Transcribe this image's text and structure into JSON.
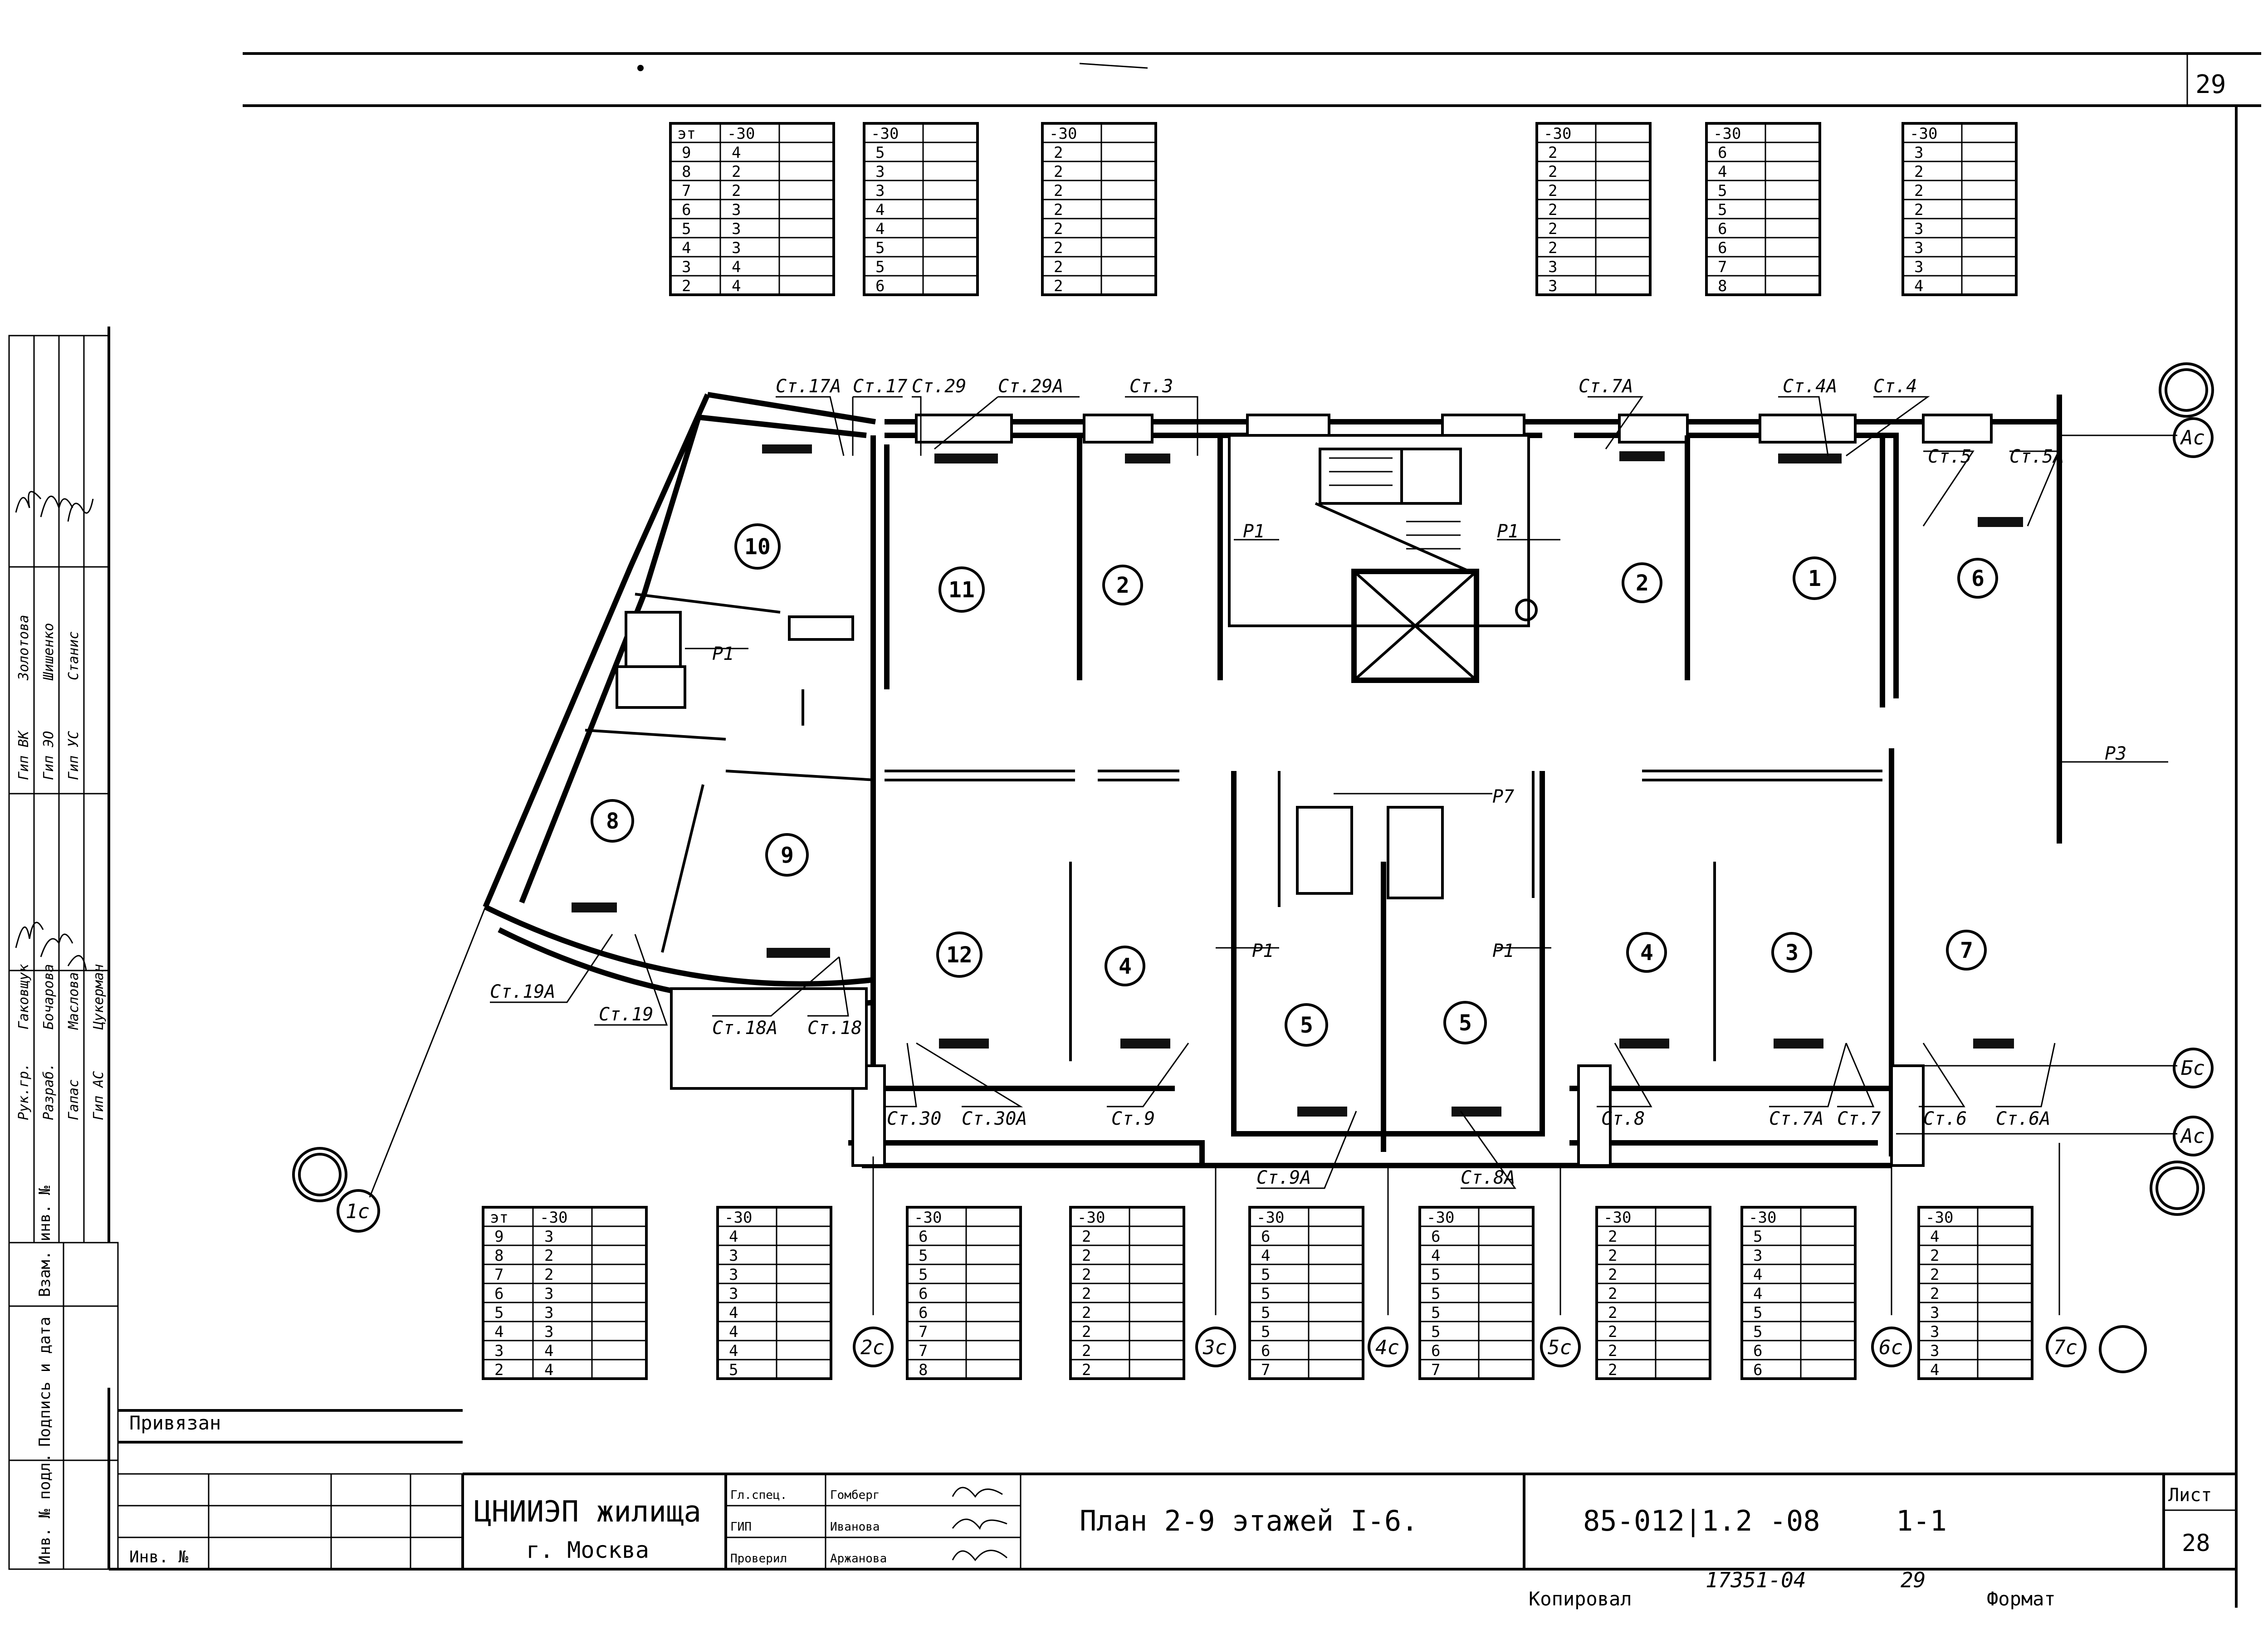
{
  "sheet": {
    "corner_number": "29",
    "list_label": "Лист",
    "list_number": "28",
    "bottom_number": "17351-04",
    "bottom_number2": "29",
    "bottom_left_text": "Копировал",
    "bottom_right_text": "Формат"
  },
  "side_stamp": {
    "columns": [
      [
        "Рук.гр.",
        "Гаковщук",
        "Разраб.",
        "Бочарова"
      ],
      [
        "Гип ВК",
        "Золотова",
        "Гапас",
        "Маслова"
      ],
      [
        "Гип ЭО",
        "Шишенко",
        "Гип АС",
        "Цукерман"
      ],
      [
        "Гип УС",
        "Станис"
      ]
    ],
    "field_labels": [
      "Инв. № подл.",
      "Подпись и дата",
      "Взам. инв. №"
    ],
    "attached": "Привязан",
    "inv": "Инв. №"
  },
  "title_block": {
    "org": "ЦНИИЭП жилища",
    "city": "г. Москва",
    "roles": [
      "Гл.спец.",
      "ГИП",
      "Проверил"
    ],
    "names": [
      "Гомберг",
      "Иванова",
      "Аржанова"
    ],
    "title": "План 2-9 этажей I-6.",
    "code": "85-012|1.2 -08",
    "code2": "1-1"
  },
  "rooms": [
    "1",
    "2",
    "2",
    "3",
    "4",
    "4",
    "5",
    "5",
    "6",
    "7",
    "8",
    "9",
    "10",
    "11",
    "12"
  ],
  "axes": [
    "Ас",
    "Ас",
    "Бс",
    "1с",
    "2с",
    "3с",
    "4с",
    "5с",
    "6с",
    "7с"
  ],
  "riser_labels": [
    "Ст.17А",
    "Ст.17",
    "Ст.29",
    "Ст.29А",
    "Ст.3",
    "Ст.7А",
    "Ст.4А",
    "Ст.4",
    "Ст.5",
    "Ст.5А",
    "Ст.19А",
    "Ст.19",
    "Ст.18А",
    "Ст.18",
    "Ст.30",
    "Ст.30А",
    "Ст.9",
    "Ст.9А",
    "Ст.8А",
    "Ст.8",
    "Ст.7А",
    "Ст.7",
    "Ст.6",
    "Ст.6А"
  ],
  "p_labels": [
    "Р1",
    "Р1",
    "Р1",
    "Р1",
    "Р1",
    "Р1",
    "Р3",
    "Р7"
  ],
  "tables_top": [
    {
      "header": [
        "эт",
        "-30"
      ],
      "rows": [
        [
          "9",
          "4"
        ],
        [
          "8",
          "2"
        ],
        [
          "7",
          "2"
        ],
        [
          "6",
          "3"
        ],
        [
          "5",
          "3"
        ],
        [
          "4",
          "3"
        ],
        [
          "3",
          "4"
        ],
        [
          "2",
          "4"
        ]
      ]
    },
    {
      "header": [
        "-30"
      ],
      "rows": [
        [
          "5"
        ],
        [
          "3"
        ],
        [
          "3"
        ],
        [
          "4"
        ],
        [
          "4"
        ],
        [
          "5"
        ],
        [
          "5"
        ],
        [
          "6"
        ]
      ]
    },
    {
      "header": [
        "-30"
      ],
      "rows": [
        [
          "2"
        ],
        [
          "2"
        ],
        [
          "2"
        ],
        [
          "2"
        ],
        [
          "2"
        ],
        [
          "2"
        ],
        [
          "2"
        ],
        [
          "2"
        ]
      ]
    },
    {
      "header": [
        "-30"
      ],
      "rows": [
        [
          "2"
        ],
        [
          "2"
        ],
        [
          "2"
        ],
        [
          "2"
        ],
        [
          "2"
        ],
        [
          "2"
        ],
        [
          "3"
        ],
        [
          "3"
        ]
      ]
    },
    {
      "header": [
        "-30"
      ],
      "rows": [
        [
          "6"
        ],
        [
          "4"
        ],
        [
          "5"
        ],
        [
          "5"
        ],
        [
          "6"
        ],
        [
          "6"
        ],
        [
          "7"
        ],
        [
          "8"
        ]
      ]
    },
    {
      "header": [
        "-30"
      ],
      "rows": [
        [
          "3"
        ],
        [
          "2"
        ],
        [
          "2"
        ],
        [
          "2"
        ],
        [
          "3"
        ],
        [
          "3"
        ],
        [
          "3"
        ],
        [
          "4"
        ]
      ]
    }
  ],
  "tables_bottom": [
    {
      "header": [
        "эт",
        "-30"
      ],
      "rows": [
        [
          "9",
          "3"
        ],
        [
          "8",
          "2"
        ],
        [
          "7",
          "2"
        ],
        [
          "6",
          "3"
        ],
        [
          "5",
          "3"
        ],
        [
          "4",
          "3"
        ],
        [
          "3",
          "4"
        ],
        [
          "2",
          "4"
        ]
      ]
    },
    {
      "header": [
        "-30"
      ],
      "rows": [
        [
          "4"
        ],
        [
          "3"
        ],
        [
          "3"
        ],
        [
          "3"
        ],
        [
          "4"
        ],
        [
          "4"
        ],
        [
          "4"
        ],
        [
          "5"
        ]
      ]
    },
    {
      "header": [
        "-30"
      ],
      "rows": [
        [
          "6"
        ],
        [
          "5"
        ],
        [
          "5"
        ],
        [
          "6"
        ],
        [
          "6"
        ],
        [
          "7"
        ],
        [
          "7"
        ],
        [
          "8"
        ]
      ]
    },
    {
      "header": [
        "-30"
      ],
      "rows": [
        [
          "2"
        ],
        [
          "2"
        ],
        [
          "2"
        ],
        [
          "2"
        ],
        [
          "2"
        ],
        [
          "2"
        ],
        [
          "2"
        ],
        [
          "2"
        ]
      ]
    },
    {
      "header": [
        "-30"
      ],
      "rows": [
        [
          "6"
        ],
        [
          "4"
        ],
        [
          "5"
        ],
        [
          "5"
        ],
        [
          "5"
        ],
        [
          "5"
        ],
        [
          "6"
        ],
        [
          "7"
        ]
      ]
    },
    {
      "header": [
        "-30"
      ],
      "rows": [
        [
          "6"
        ],
        [
          "4"
        ],
        [
          "5"
        ],
        [
          "5"
        ],
        [
          "5"
        ],
        [
          "5"
        ],
        [
          "6"
        ],
        [
          "7"
        ]
      ]
    },
    {
      "header": [
        "-30"
      ],
      "rows": [
        [
          "2"
        ],
        [
          "2"
        ],
        [
          "2"
        ],
        [
          "2"
        ],
        [
          "2"
        ],
        [
          "2"
        ],
        [
          "2"
        ],
        [
          "2"
        ]
      ]
    },
    {
      "header": [
        "-30"
      ],
      "rows": [
        [
          "5"
        ],
        [
          "3"
        ],
        [
          "4"
        ],
        [
          "4"
        ],
        [
          "5"
        ],
        [
          "5"
        ],
        [
          "6"
        ],
        [
          "6"
        ]
      ]
    },
    {
      "header": [
        "-30"
      ],
      "rows": [
        [
          "4"
        ],
        [
          "2"
        ],
        [
          "2"
        ],
        [
          "2"
        ],
        [
          "3"
        ],
        [
          "3"
        ],
        [
          "3"
        ],
        [
          "4"
        ]
      ]
    }
  ]
}
